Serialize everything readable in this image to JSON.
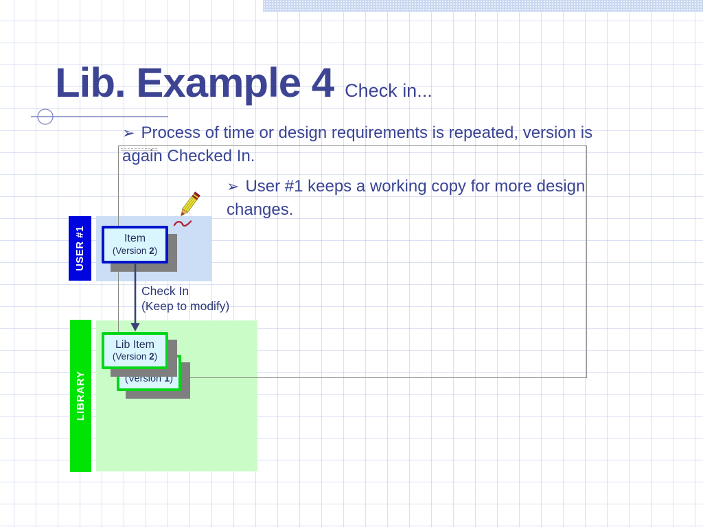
{
  "slide": {
    "title": "Lib. Example 4",
    "subtitle": "Check in...",
    "bullets": [
      {
        "marker": "➢",
        "lines": [
          "Process of time or design requirements is repeated, version is",
          "again Checked In."
        ]
      },
      {
        "marker": "➢",
        "lines": [
          "User #1 keeps a working copy for more design",
          "changes."
        ]
      }
    ]
  },
  "diagram": {
    "user_lane": {
      "label": "USER #1"
    },
    "library_lane": {
      "label": "LIBRARY"
    },
    "item_box": {
      "name": "Item",
      "version_prefix": "(Version ",
      "version_num": "2",
      "version_suffix": ")"
    },
    "lib_item_box": {
      "name": "Lib Item",
      "version_prefix": "(Version ",
      "version_num": "2",
      "version_suffix": ")"
    },
    "version1_box": {
      "version_prefix": "(Version ",
      "version_num": "1",
      "version_suffix": ")"
    },
    "arrow_label": {
      "line1": "Check In",
      "line2": "(Keep to modify)"
    },
    "icons": [
      "pencil-icon",
      "check-in-arrow",
      "compass-decoration"
    ]
  },
  "colors": {
    "title_text": "#3d4493",
    "body_text": "#3a4494",
    "user_lane": "#0005e0",
    "library_lane": "#00e405",
    "backdrop_blue": "#cbdef5",
    "backdrop_green": "#c9fcc7",
    "item_border_blue": "#0013cc",
    "library_border_green": "#00d618",
    "box_fill": "#d9f5fe",
    "box_shadow": "#7f7f7f",
    "top_bar": "#c9d7f1",
    "frame_border": "#8a8a84"
  }
}
